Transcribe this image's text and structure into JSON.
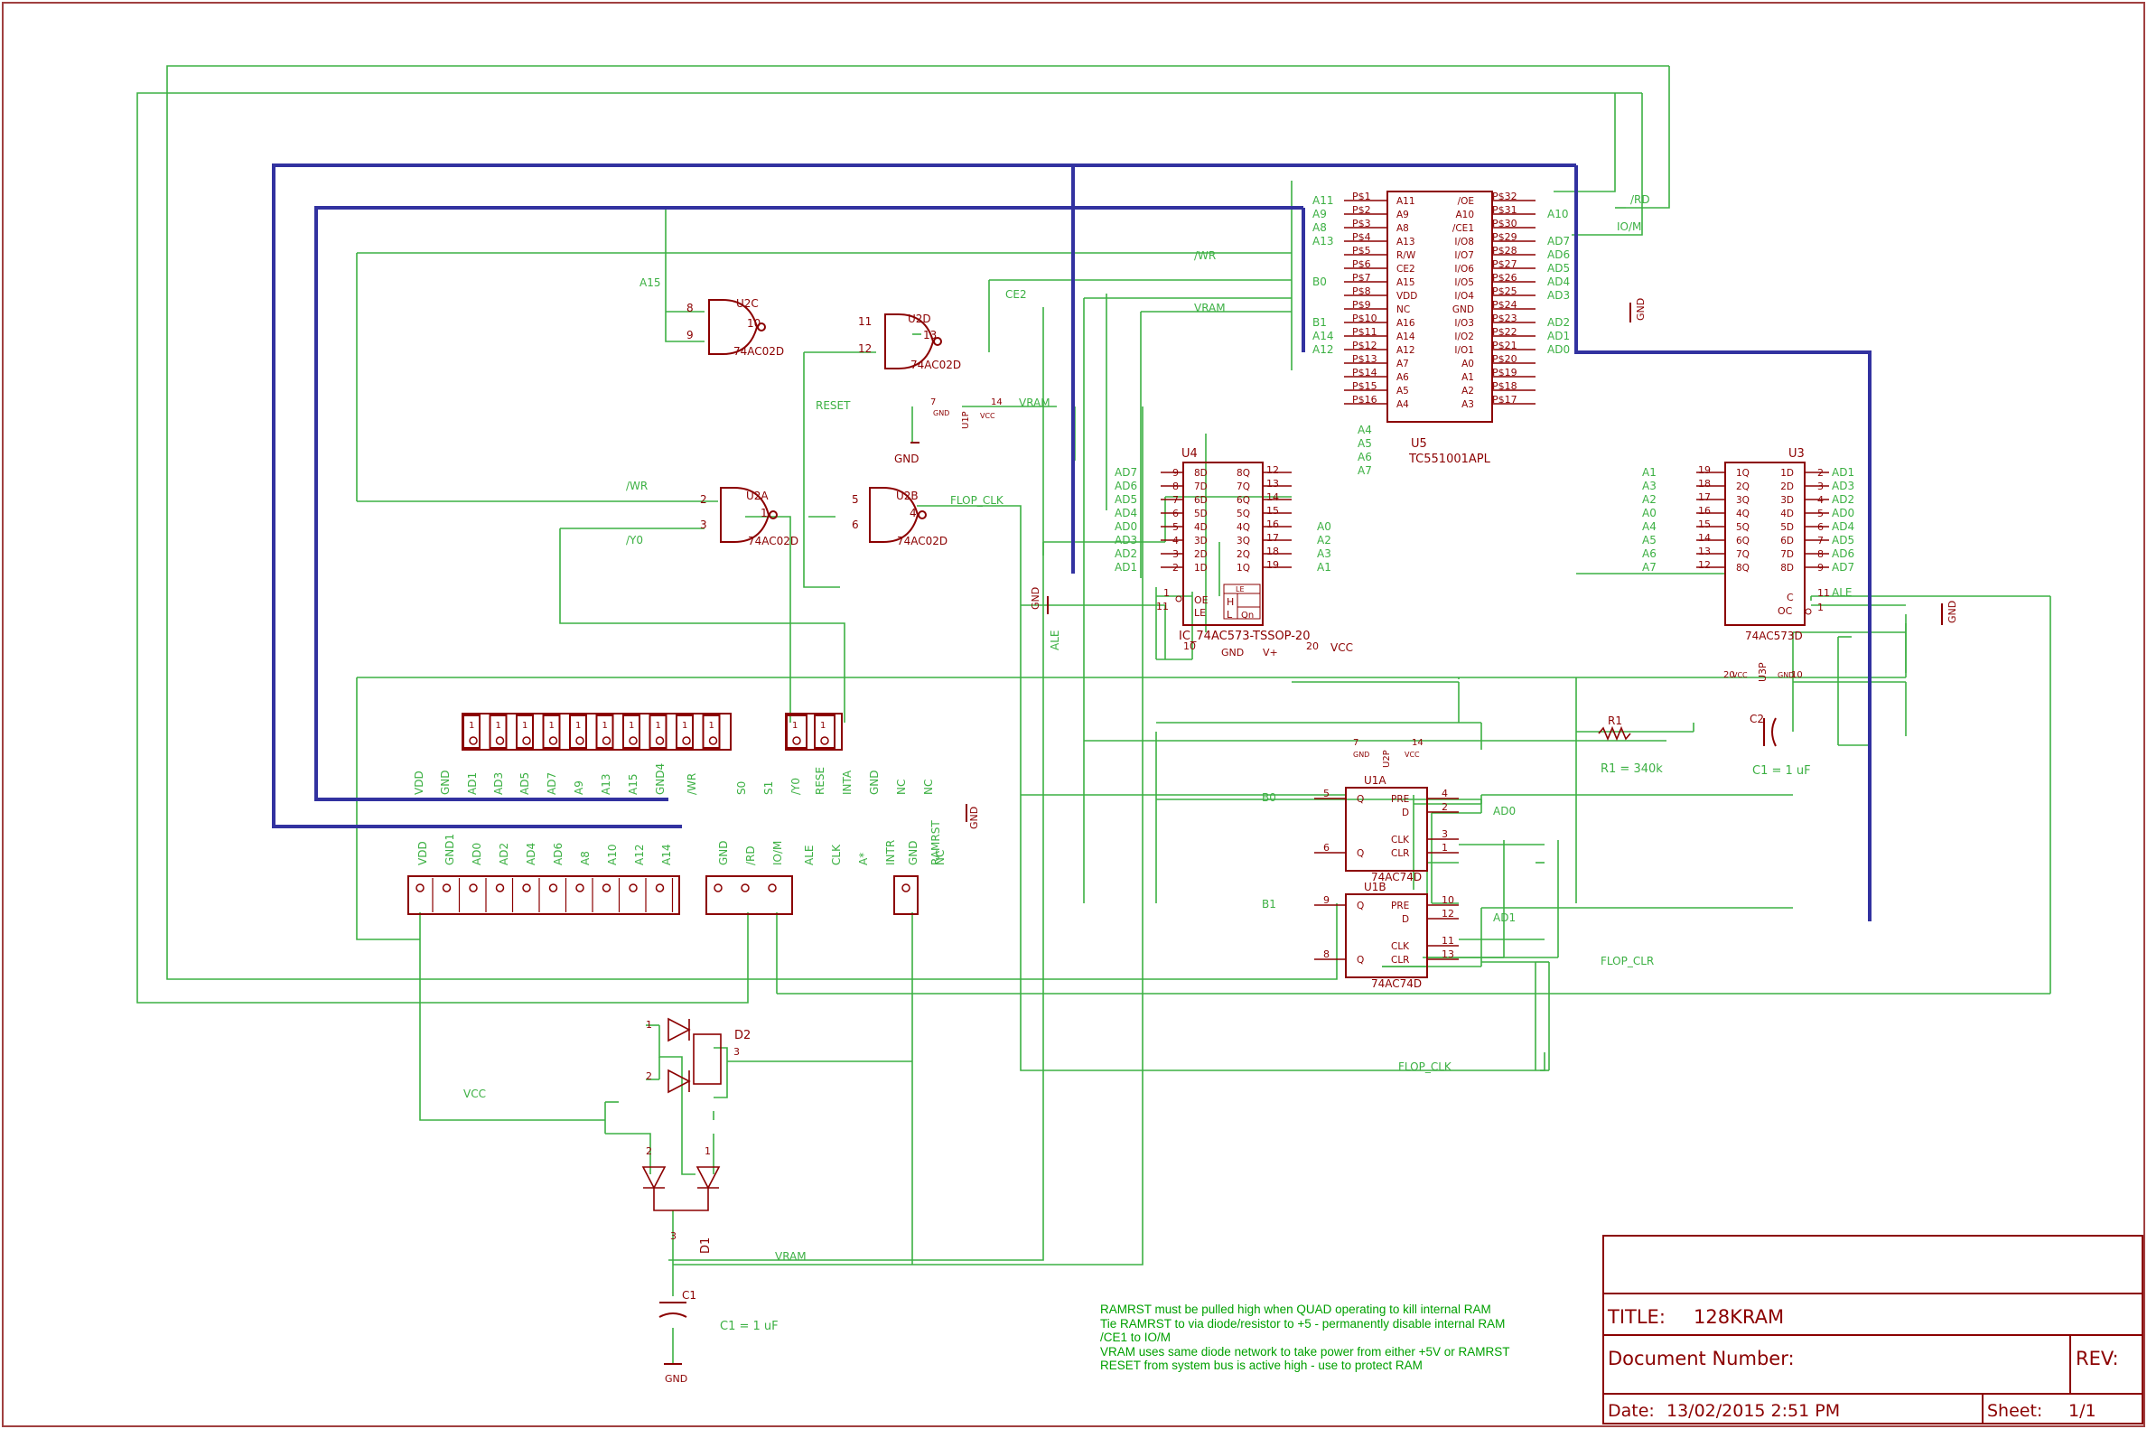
{
  "title_block": {
    "title_label": "TITLE:",
    "title": "128KRAM",
    "docnum_label": "Document Number:",
    "rev_label": "REV:",
    "date_label": "Date:",
    "date": "13/02/2015 2:51 PM",
    "sheet_label": "Sheet:",
    "sheet": "1/1"
  },
  "notes": [
    "RAMRST must be pulled high when QUAD operating to kill internal RAM",
    "Tie RAMRST to via diode/resistor to +5 - permanently disable internal RAM",
    "/CE1 to IO/M",
    "VRAM uses same diode network to take power from either +5V or RAMRST",
    "RESET from system bus is active high - use to protect RAM"
  ],
  "parts": {
    "u5": {
      "ref": "U5",
      "value": "TC551001APL",
      "left_pins": [
        "P$1",
        "P$2",
        "P$3",
        "P$4",
        "P$5",
        "P$6",
        "P$7",
        "P$8",
        "P$9",
        "P$10",
        "P$11",
        "P$12",
        "P$13",
        "P$14",
        "P$15",
        "P$16"
      ],
      "left_names": [
        "A11",
        "A9",
        "A8",
        "A13",
        "R/W",
        "CE2",
        "A15",
        "VDD",
        "NC",
        "A16",
        "A14",
        "A12",
        "A7",
        "A6",
        "A5",
        "A4"
      ],
      "right_pins": [
        "P$32",
        "P$31",
        "P$30",
        "P$29",
        "P$28",
        "P$27",
        "P$26",
        "P$25",
        "P$24",
        "P$23",
        "P$22",
        "P$21",
        "P$20",
        "P$19",
        "P$18",
        "P$17"
      ],
      "right_names": [
        "/OE",
        "A10",
        "/CE1",
        "I/O8",
        "I/O7",
        "I/O6",
        "I/O5",
        "I/O4",
        "GND",
        "I/O3",
        "I/O2",
        "I/O1",
        "A0",
        "A1",
        "A2",
        "A3"
      ],
      "left_nets": [
        "A11",
        "A9",
        "A8",
        "A13",
        "",
        "",
        "B0",
        "",
        "",
        "B1",
        "A14",
        "A12",
        "",
        "",
        "",
        ""
      ],
      "right_nets": [
        "",
        "A10",
        "",
        "AD7",
        "AD6",
        "AD5",
        "AD4",
        "AD3",
        "",
        "AD2",
        "AD1",
        "AD0",
        "",
        "",
        "",
        ""
      ],
      "addr_labels": [
        "A4",
        "A5",
        "A6",
        "A7"
      ]
    },
    "u4": {
      "ref": "U4",
      "value": "IC_74AC573-TSSOP-20",
      "in_names": [
        "8D",
        "7D",
        "6D",
        "5D",
        "4D",
        "3D",
        "2D",
        "1D"
      ],
      "in_pins": [
        "9",
        "8",
        "7",
        "6",
        "5",
        "4",
        "3",
        "2"
      ],
      "in_nets": [
        "AD7",
        "AD6",
        "AD5",
        "AD4",
        "AD0",
        "AD3",
        "AD2",
        "AD1"
      ],
      "out_names": [
        "8Q",
        "7Q",
        "6Q",
        "5Q",
        "4Q",
        "3Q",
        "2Q",
        "1Q"
      ],
      "out_pins": [
        "12",
        "13",
        "14",
        "15",
        "16",
        "17",
        "18",
        "19"
      ],
      "out_nets": [
        "",
        "",
        "",
        "",
        "A0",
        "A2",
        "A3",
        "A1"
      ],
      "oe": "OE",
      "le": "LE",
      "pin1": "1",
      "pin11": "11",
      "truth": {
        "head": "LE",
        "h": "H",
        "l": "L",
        "qn": "Qn"
      },
      "pwr_pins": [
        "10",
        "20"
      ],
      "pwr_names": [
        "GND",
        "V+"
      ],
      "vcc": "VCC"
    },
    "u3": {
      "ref": "U3",
      "value": "74AC573D",
      "in_names": [
        "1Q",
        "2Q",
        "3Q",
        "4Q",
        "5Q",
        "6Q",
        "7Q",
        "8Q"
      ],
      "in_pins": [
        "19",
        "18",
        "17",
        "16",
        "15",
        "14",
        "13",
        "12"
      ],
      "in_nets": [
        "A1",
        "A3",
        "A2",
        "A0",
        "A4",
        "A5",
        "A6",
        "A7"
      ],
      "out_names": [
        "1D",
        "2D",
        "3D",
        "4D",
        "5D",
        "6D",
        "7D",
        "8D"
      ],
      "out_pins": [
        "2",
        "3",
        "4",
        "5",
        "6",
        "7",
        "8",
        "9"
      ],
      "out_nets": [
        "AD1",
        "AD3",
        "AD2",
        "AD0",
        "AD4",
        "AD5",
        "AD6",
        "AD7"
      ],
      "c": "C",
      "oc": "OC",
      "pin11": "11",
      "pin1": "1",
      "ale": "ALE"
    },
    "u3p": {
      "ref": "U3P",
      "p20": "20",
      "p10": "10",
      "vcc": "VCC",
      "gnd": "GND"
    },
    "u2a": {
      "ref": "U2A",
      "value": "74AC02D",
      "p1": "2",
      "p2": "3",
      "out": "1",
      "n1": "/WR",
      "n2": "/Y0"
    },
    "u2b": {
      "ref": "U2B",
      "value": "74AC02D",
      "p1": "5",
      "p2": "6",
      "out": "4",
      "net": "FLOP_CLK"
    },
    "u2c": {
      "ref": "U2C",
      "value": "74AC02D",
      "p1": "8",
      "p2": "9",
      "out": "10",
      "net": "A15"
    },
    "u2d": {
      "ref": "U2D",
      "value": "74AC02D",
      "p1": "11",
      "p2": "12",
      "out": "13",
      "net": "CE2",
      "reset": "RESET"
    },
    "u1p": {
      "ref": "U1P",
      "p7": "7",
      "p14": "14",
      "gnd": "GND",
      "vcc": "VCC",
      "vram": "VRAM",
      "gndlabel": "GND"
    },
    "u2p": {
      "ref": "U2P",
      "p7": "7",
      "p14": "14",
      "gnd": "GND",
      "vcc": "VCC"
    },
    "u1a": {
      "ref": "U1A",
      "value": "74AC74D",
      "pins": [
        "5",
        "4",
        "2",
        "3",
        "1",
        "6"
      ],
      "names": [
        "Q",
        "PRE",
        "D",
        "CLK",
        "CLR",
        "Q"
      ],
      "b": "B0",
      "ad": "AD0"
    },
    "u1b": {
      "ref": "U1B",
      "value": "74AC74D",
      "pins": [
        "9",
        "10",
        "12",
        "11",
        "13",
        "8"
      ],
      "names": [
        "Q",
        "PRE",
        "D",
        "CLK",
        "CLR",
        "Q"
      ],
      "b": "B1",
      "ad": "AD1"
    },
    "r1": {
      "ref": "R1",
      "value": "R1 = 340k"
    },
    "c2": {
      "ref": "C2",
      "value": "C1 = 1 uF"
    },
    "c1": {
      "ref": "C1",
      "value": "C1 = 1 uF",
      "gnd": "GND"
    },
    "d1": {
      "ref": "D1",
      "p1": "1",
      "p2": "2",
      "p3": "3"
    },
    "d2": {
      "ref": "D2",
      "p1": "1",
      "p2": "2",
      "p3": "3"
    }
  },
  "nets": {
    "rd": "/RD",
    "iom": "IO/M",
    "wr": "/WR",
    "vram": "VRAM",
    "ale": "ALE",
    "flop_clk": "FLOP_CLK",
    "flop_clr": "FLOP_CLR",
    "vcc": "VCC",
    "gnd": "GND"
  },
  "connector_top": {
    "pins": [
      "1",
      "1",
      "1",
      "1",
      "1",
      "1",
      "1",
      "1",
      "1",
      "1"
    ],
    "labels_above": [
      "VDD",
      "GND",
      "AD1",
      "AD3",
      "AD5",
      "AD7",
      "A9",
      "A13",
      "A15",
      "GND4",
      "/WR",
      "S0",
      "S1",
      "/Y0",
      "RESE",
      "INTA",
      "GND",
      "NC",
      "NC"
    ],
    "labels_below": [
      "VDD",
      "GND1",
      "AD0",
      "AD2",
      "AD4",
      "AD6",
      "A8",
      "A10",
      "A12",
      "A14",
      "GND",
      "/RD",
      "IO/M",
      "ALE",
      "CLK",
      "A*",
      "INTR",
      "GND",
      "RAMRST",
      "NC"
    ],
    "sel_pins": [
      "1",
      "1"
    ]
  }
}
